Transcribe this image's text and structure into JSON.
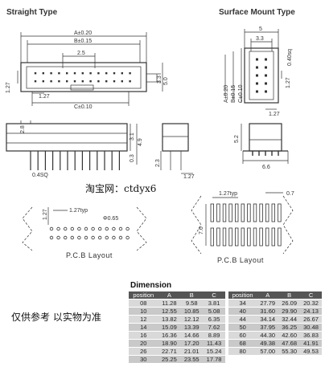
{
  "straight_type": {
    "title": "Straight Type"
  },
  "surface_mount_type": {
    "title": "Surface Mount Type"
  },
  "straight_dims": {
    "a": "A±0.20",
    "b": "B±0.15",
    "c": "C±0.10",
    "pitch_25": "2.5",
    "v33": "3.3",
    "v50": "5.0",
    "left127": "1.27",
    "mid127": "1.27",
    "h28": "2.8",
    "h31": "3.1",
    "h49": "4.9",
    "h03": "0.3",
    "pin": "0.4SQ",
    "h23": "2.3",
    "b127": "1.27"
  },
  "smt_dims": {
    "top5": "5",
    "top33": "3.3",
    "pitch": "0.40sq",
    "a": "A±0.20",
    "b": "B±0.15",
    "c": "C±0.10",
    "right127": "1.27",
    "bottom127": "1.27",
    "h52": "5.2",
    "w66": "6.6"
  },
  "watermark": "淘宝网：ctdyx6",
  "pcb_left": {
    "typ": "1.27typ",
    "v127": "1.27",
    "hole": "Φ0.65",
    "label": "P.C.B Layout"
  },
  "pcb_right": {
    "typ": "1.27typ",
    "pad": "0.7",
    "v76": "7.6",
    "label": "P.C.B Layout"
  },
  "note": "仅供参考 以实物为准",
  "dimension": {
    "title": "Dimension",
    "headers": [
      "position",
      "A",
      "B",
      "C"
    ],
    "left": [
      [
        "08",
        "11.28",
        "9.58",
        "3.81"
      ],
      [
        "10",
        "12.55",
        "10.85",
        "5.08"
      ],
      [
        "12",
        "13.82",
        "12.12",
        "6.35"
      ],
      [
        "14",
        "15.09",
        "13.39",
        "7.62"
      ],
      [
        "16",
        "16.36",
        "14.66",
        "8.89"
      ],
      [
        "20",
        "18.90",
        "17.20",
        "11.43"
      ],
      [
        "26",
        "22.71",
        "21.01",
        "15.24"
      ],
      [
        "30",
        "25.25",
        "23.55",
        "17.78"
      ]
    ],
    "right": [
      [
        "34",
        "27.79",
        "26.09",
        "20.32"
      ],
      [
        "40",
        "31.60",
        "29.90",
        "24.13"
      ],
      [
        "44",
        "34.14",
        "32.44",
        "26.67"
      ],
      [
        "50",
        "37.95",
        "36.25",
        "30.48"
      ],
      [
        "60",
        "44.30",
        "42.60",
        "36.83"
      ],
      [
        "68",
        "49.38",
        "47.68",
        "41.91"
      ],
      [
        "80",
        "57.00",
        "55.30",
        "49.53"
      ]
    ]
  }
}
